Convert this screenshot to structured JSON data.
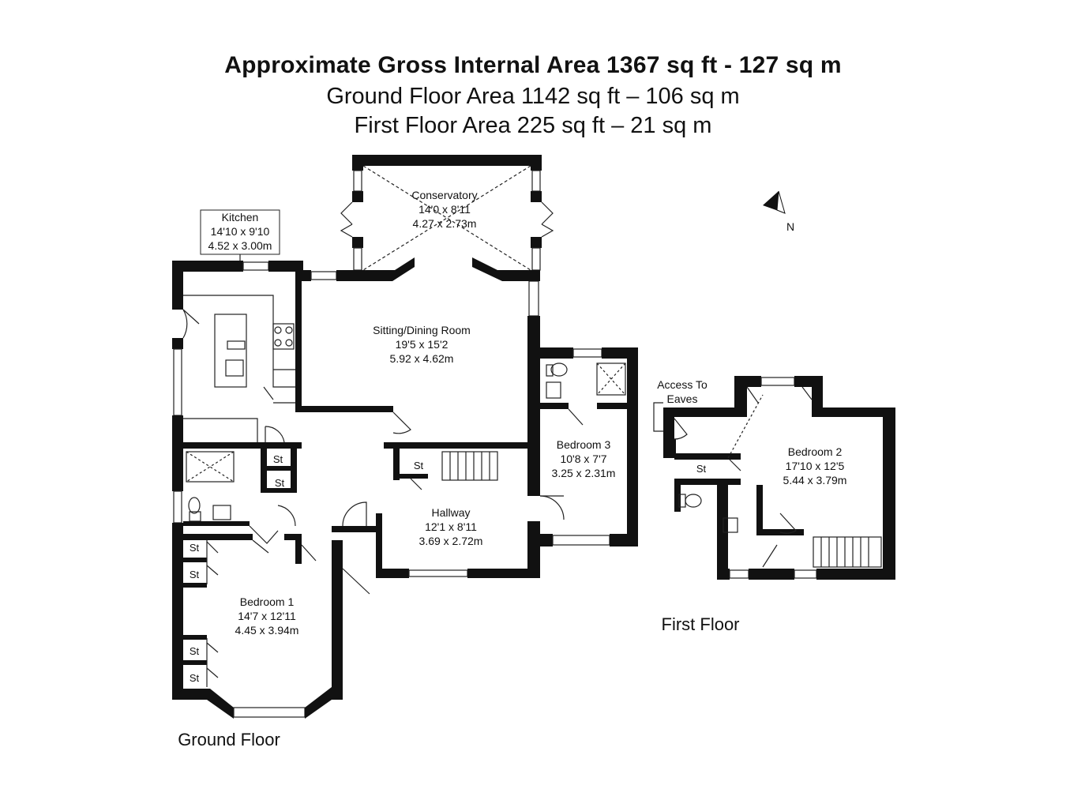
{
  "header": {
    "title": "Approximate Gross Internal Area 1367 sq ft - 127 sq m",
    "ground_area": "Ground Floor Area 1142 sq ft – 106 sq m",
    "first_area": "First Floor Area 225 sq ft – 21 sq m"
  },
  "rooms": {
    "kitchen": {
      "name": "Kitchen",
      "imperial": "14'10 x 9'10",
      "metric": "4.52 x 3.00m"
    },
    "conservatory": {
      "name": "Conservatory",
      "imperial": "14'0 x 8'11",
      "metric": "4.27 x 2.73m"
    },
    "sitting": {
      "name": "Sitting/Dining Room",
      "imperial": "19'5 x 15'2",
      "metric": "5.92 x 4.62m"
    },
    "bedroom3": {
      "name": "Bedroom 3",
      "imperial": "10'8 x 7'7",
      "metric": "3.25 x 2.31m"
    },
    "hallway": {
      "name": "Hallway",
      "imperial": "12'1 x 8'11",
      "metric": "3.69 x 2.72m"
    },
    "bedroom1": {
      "name": "Bedroom 1",
      "imperial": "14'7 x 12'11",
      "metric": "4.45 x 3.94m"
    },
    "bedroom2": {
      "name": "Bedroom 2",
      "imperial": "17'10 x 12'5",
      "metric": "5.44 x 3.79m"
    }
  },
  "labels": {
    "storage": "St",
    "eaves_line1": "Access To",
    "eaves_line2": "Eaves",
    "north": "N",
    "ground_floor": "Ground Floor",
    "first_floor": "First Floor"
  }
}
